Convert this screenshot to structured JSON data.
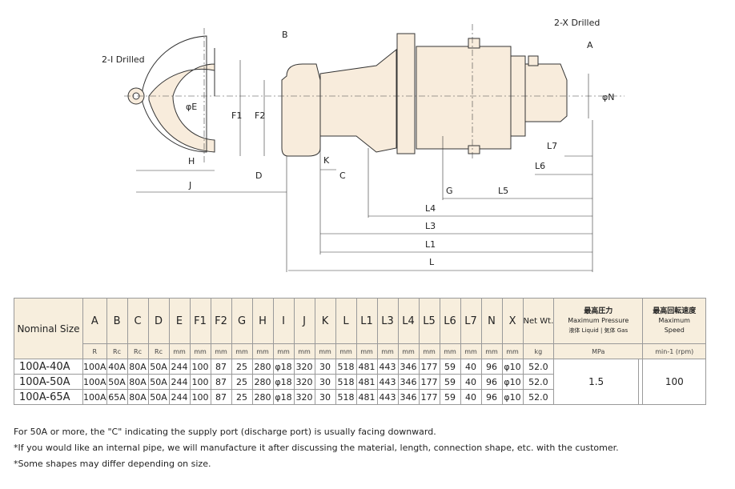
{
  "drawing": {
    "labels": {
      "two_i_drilled": "2-I Drilled",
      "two_x_drilled": "2-X Drilled",
      "B": "B",
      "A": "A",
      "E": "φE",
      "N": "φN",
      "F1": "F1",
      "F2": "F2",
      "H": "H",
      "J": "J",
      "D": "D",
      "K": "K",
      "C": "C",
      "L7": "L7",
      "L6": "L6",
      "G": "G",
      "L5": "L5",
      "L4": "L4",
      "L3": "L3",
      "L1": "L1",
      "L": "L"
    }
  },
  "table": {
    "nominal_header": "Nominal Size",
    "columns": [
      "A",
      "B",
      "C",
      "D",
      "E",
      "F1",
      "F2",
      "G",
      "H",
      "I",
      "J",
      "K",
      "L",
      "L1",
      "L3",
      "L4",
      "L5",
      "L6",
      "L7",
      "N",
      "X"
    ],
    "units": [
      "R",
      "Rc",
      "Rc",
      "Rc",
      "mm",
      "mm",
      "mm",
      "mm",
      "mm",
      "mm",
      "mm",
      "mm",
      "mm",
      "mm",
      "mm",
      "mm",
      "mm",
      "mm",
      "mm",
      "mm",
      "mm"
    ],
    "net_wt_header": "Net Wt.",
    "net_wt_unit": "kg",
    "pressure_header_jp": "最高圧力",
    "pressure_header_en": "Maximum Pressure",
    "pressure_liquid": "液体 Liquid",
    "pressure_gas": "気体 Gas",
    "pressure_unit": "MPa",
    "speed_header_jp": "最高回転速度",
    "speed_header_en_1": "Maximum",
    "speed_header_en_2": "Speed",
    "speed_unit": "min-1 (rpm)",
    "rows": [
      {
        "name": "100A-40A",
        "values": [
          "100A",
          "40A",
          "80A",
          "50A",
          "244",
          "100",
          "87",
          "25",
          "280",
          "φ18",
          "320",
          "30",
          "518",
          "481",
          "443",
          "346",
          "177",
          "59",
          "40",
          "96",
          "φ10"
        ],
        "wt": "52.0"
      },
      {
        "name": "100A-50A",
        "values": [
          "100A",
          "50A",
          "80A",
          "50A",
          "244",
          "100",
          "87",
          "25",
          "280",
          "φ18",
          "320",
          "30",
          "518",
          "481",
          "443",
          "346",
          "177",
          "59",
          "40",
          "96",
          "φ10"
        ],
        "wt": "52.0"
      },
      {
        "name": "100A-65A",
        "values": [
          "100A",
          "65A",
          "80A",
          "50A",
          "244",
          "100",
          "87",
          "25",
          "280",
          "φ18",
          "320",
          "30",
          "518",
          "481",
          "443",
          "346",
          "177",
          "59",
          "40",
          "96",
          "φ10"
        ],
        "wt": "52.0"
      }
    ],
    "pressure_liquid_value": "1.5",
    "pressure_gas_value": "",
    "speed_value": "100"
  },
  "notes": [
    "For 50A or more, the \"C\" indicating the supply port (discharge port) is usually facing downward.",
    "*If you would like an internal pipe, we will manufacture it after discussing the material, length, connection shape, etc. with the customer.",
    "*Some shapes may differ depending on size."
  ]
}
